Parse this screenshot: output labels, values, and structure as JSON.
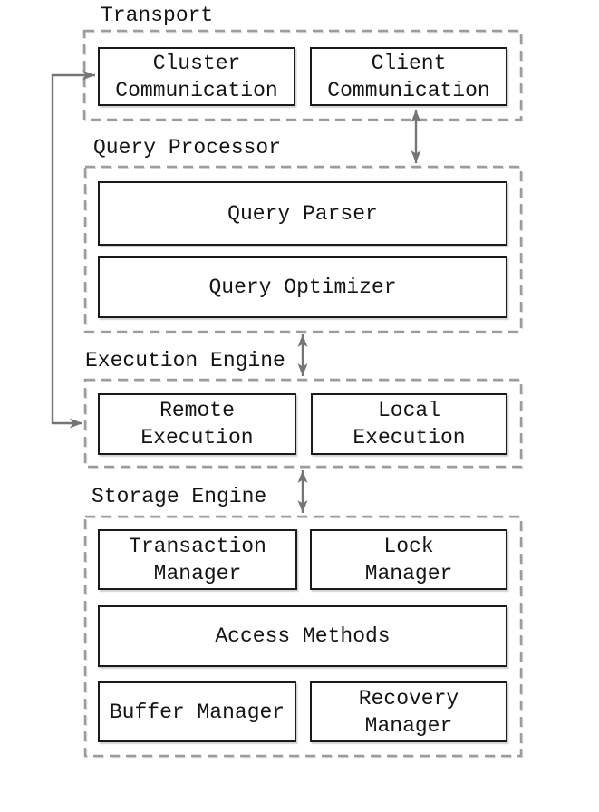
{
  "diagram": {
    "type": "block-architecture",
    "sections": [
      {
        "id": "transport",
        "label": "Transport",
        "boxes": [
          {
            "text": [
              "Cluster",
              "Communication"
            ]
          },
          {
            "text": [
              "Client",
              "Communication"
            ]
          }
        ]
      },
      {
        "id": "query-processor",
        "label": "Query Processor",
        "boxes": [
          {
            "text": [
              "Query Parser"
            ]
          },
          {
            "text": [
              "Query Optimizer"
            ]
          }
        ]
      },
      {
        "id": "execution-engine",
        "label": "Execution Engine",
        "boxes": [
          {
            "text": [
              "Remote",
              "Execution"
            ]
          },
          {
            "text": [
              "Local",
              "Execution"
            ]
          }
        ]
      },
      {
        "id": "storage-engine",
        "label": "Storage Engine",
        "boxes": [
          {
            "text": [
              "Transaction",
              "Manager"
            ]
          },
          {
            "text": [
              "Lock",
              "Manager"
            ]
          },
          {
            "text": [
              "Access Methods"
            ]
          },
          {
            "text": [
              "Buffer Manager"
            ]
          },
          {
            "text": [
              "Recovery",
              "Manager"
            ]
          }
        ]
      }
    ],
    "connections": [
      {
        "from": "Client Communication",
        "to": "Query Processor",
        "bidirectional": true
      },
      {
        "from": "Query Processor",
        "to": "Execution Engine",
        "bidirectional": true
      },
      {
        "from": "Execution Engine",
        "to": "Storage Engine",
        "bidirectional": true
      },
      {
        "from": "Cluster Communication",
        "to": "Remote Execution",
        "bidirectional": true,
        "route": "left-elbow"
      }
    ],
    "colors": {
      "background": "#ffffff",
      "box-fill": "#ffffff",
      "box-border": "#1a1a1a",
      "dash": "#9c9c9c",
      "arrow": "#757575",
      "text": "#141414"
    }
  }
}
